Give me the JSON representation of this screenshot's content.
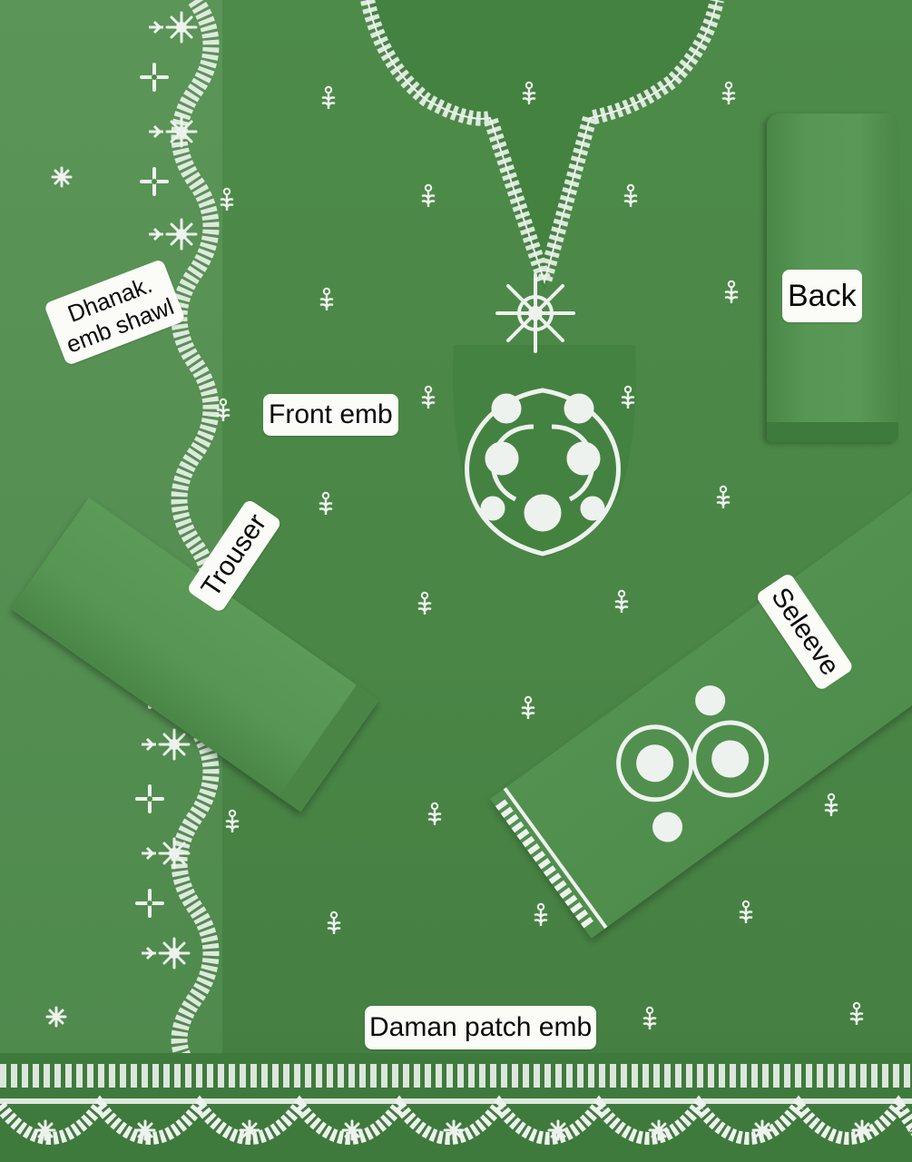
{
  "image": {
    "subject": "Green embroidered unstitched suit set",
    "fabric_color": "#4e8a4b",
    "embroidery_color": "#eef2ee",
    "label_bg": "#fbfbf8",
    "label_text_color": "#0a0a0a"
  },
  "labels": {
    "shawl": {
      "line1": "Dhanak.",
      "line2": "emb shawl"
    },
    "front": "Front emb",
    "back": "Back",
    "trouser": "Trouser",
    "sleeve": "Seleeve",
    "daman": "Daman patch emb"
  },
  "pieces": [
    {
      "name": "shawl",
      "label_ref": "labels.shawl"
    },
    {
      "name": "front",
      "label_ref": "labels.front"
    },
    {
      "name": "back",
      "label_ref": "labels.back"
    },
    {
      "name": "trouser",
      "label_ref": "labels.trouser"
    },
    {
      "name": "sleeve",
      "label_ref": "labels.sleeve"
    },
    {
      "name": "daman",
      "label_ref": "labels.daman"
    }
  ]
}
